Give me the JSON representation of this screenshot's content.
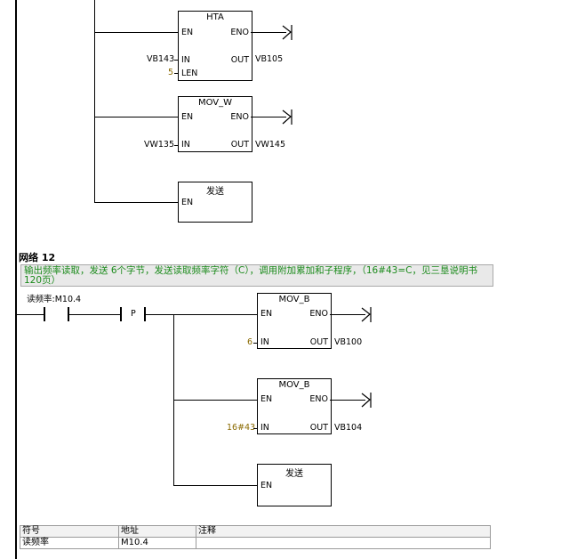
{
  "upper_network": {
    "hta_box": {
      "title": "HTA",
      "pins": {
        "en": "EN",
        "eno": "ENO",
        "in": "IN",
        "out": "OUT",
        "len": "LEN"
      },
      "in_operand": "VB143",
      "out_operand": "VB105",
      "len_operand": "5"
    },
    "mov_w_box": {
      "title": "MOV_W",
      "pins": {
        "en": "EN",
        "eno": "ENO",
        "in": "IN",
        "out": "OUT"
      },
      "in_operand": "VW135",
      "out_operand": "VW145"
    },
    "send_box": {
      "title": "发送",
      "pins": {
        "en": "EN"
      }
    }
  },
  "network12": {
    "title": "网络 12",
    "comment": "输出频率读取，发送 6个字节，发送读取频率字符（C），调用附加累加和子程序，（16#43=C，见三垦说明书120页）",
    "contact_label": "读频率:M10.4",
    "p_label": "P",
    "mov_b_1": {
      "title": "MOV_B",
      "pins": {
        "en": "EN",
        "eno": "ENO",
        "in": "IN",
        "out": "OUT"
      },
      "in_operand": "6",
      "out_operand": "VB100"
    },
    "mov_b_2": {
      "title": "MOV_B",
      "pins": {
        "en": "EN",
        "eno": "ENO",
        "in": "IN",
        "out": "OUT"
      },
      "in_operand": "16#43",
      "out_operand": "VB104"
    },
    "send_box": {
      "title": "发送",
      "pins": {
        "en": "EN"
      }
    }
  },
  "symbol_table": {
    "headers": [
      "符号",
      "地址",
      "注释"
    ],
    "rows": [
      [
        "读频率",
        "M10.4",
        ""
      ]
    ]
  },
  "colors": {
    "comment_text": "#1a8a1a",
    "constant": "#8a6a00",
    "comment_bg": "#e9e9e9"
  }
}
